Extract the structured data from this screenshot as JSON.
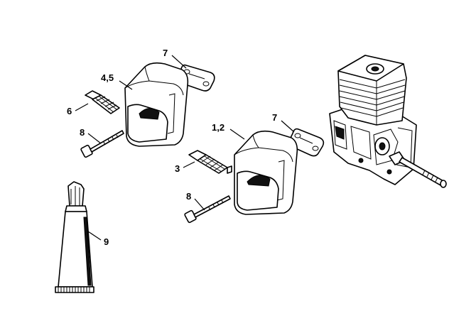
{
  "callouts": {
    "gasket_upper": "7",
    "muffler_upper": "4,5",
    "screen_upper": "6",
    "screw_upper": "8",
    "muffler_lower": "1,2",
    "gasket_lower": "7",
    "screen_lower": "3",
    "screw_lower": "8",
    "grease_tube": "9"
  }
}
